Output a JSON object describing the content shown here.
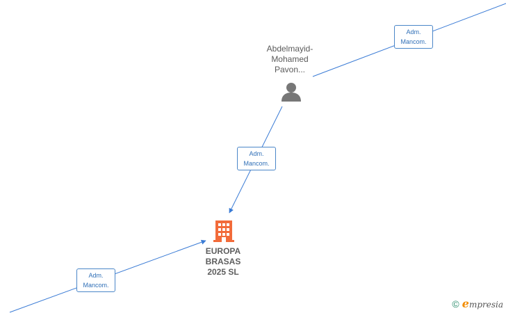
{
  "person": {
    "name_lines": [
      "Abdelmayid-",
      "Mohamed",
      "Pavon..."
    ],
    "icon": "person-icon"
  },
  "company": {
    "name_lines": [
      "EUROPA",
      "BRASAS",
      "2025  SL"
    ],
    "icon": "building-icon",
    "color": "#f26b3a"
  },
  "edges": [
    {
      "line1": "Adm.",
      "line2": "Mancom."
    },
    {
      "line1": "Adm.",
      "line2": "Mancom."
    },
    {
      "line1": "Adm.",
      "line2": "Mancom."
    }
  ],
  "colors": {
    "edge": "#3a7bd5",
    "person": "#777777"
  },
  "brand": {
    "copyright": "©",
    "initial": "e",
    "rest": "mpresia"
  }
}
